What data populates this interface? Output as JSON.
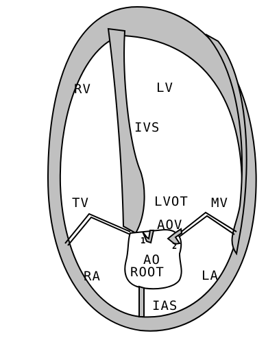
{
  "diagram": {
    "labels": {
      "rv": "RV",
      "lv": "LV",
      "ivs": "IVS",
      "tv": "TV",
      "lvot": "LVOT",
      "mv": "MV",
      "aov": "AOV",
      "cusp_1": "1",
      "cusp_2": "2",
      "ao_root_line1": "AO",
      "ao_root_line2": "ROOT",
      "ra": "RA",
      "la": "LA",
      "ias": "IAS"
    },
    "colors": {
      "myocardium": "#c0c0c0",
      "outline": "#000000",
      "background": "#ffffff"
    }
  }
}
